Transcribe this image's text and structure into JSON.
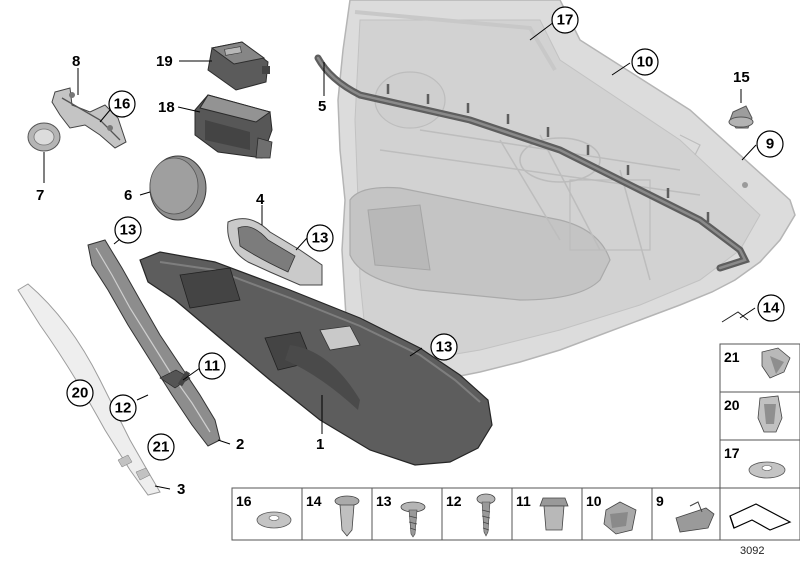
{
  "diagram": {
    "plain_labels": {
      "l1": "1",
      "l2": "2",
      "l3": "3",
      "l4": "4",
      "l5": "5",
      "l6": "6",
      "l7": "7",
      "l8": "8",
      "l18": "18",
      "l19": "19"
    },
    "circled_labels": {
      "c17": "17",
      "c10": "10",
      "c9": "9",
      "c15": "15",
      "c16": "16",
      "c13a": "13",
      "c13b": "13",
      "c13c": "13",
      "c14": "14",
      "c11": "11",
      "c12": "12",
      "c20": "20",
      "c21": "21"
    },
    "grid_bottom": [
      "16",
      "14",
      "13",
      "12",
      "11",
      "10",
      "9"
    ],
    "grid_side": [
      "21",
      "20",
      "17"
    ],
    "doc_number": "3092"
  }
}
